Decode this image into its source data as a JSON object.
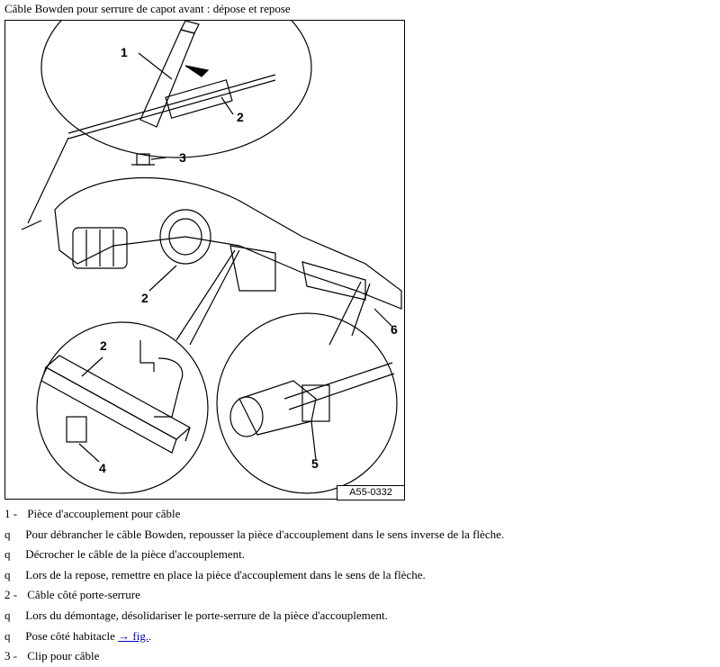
{
  "title": "Câble Bowden pour serrure de capot avant : dépose et repose",
  "figure": {
    "reference": "A55-0332",
    "callouts": [
      "1",
      "2",
      "3",
      "2",
      "6",
      "2",
      "4",
      "5"
    ]
  },
  "legend": [
    {
      "kind": "item",
      "number": "1 -",
      "text": "Pièce d'accouplement pour câble"
    },
    {
      "kind": "bullet",
      "marker": "q",
      "text": "Pour débrancher le câble Bowden, repousser la pièce d'accouplement dans le sens inverse de la flèche."
    },
    {
      "kind": "bullet",
      "marker": "q",
      "text": "Décrocher le câble de la pièce d'accouplement."
    },
    {
      "kind": "bullet",
      "marker": "q",
      "text": "Lors de la repose, remettre en place la pièce d'accouplement dans le sens de la flèche."
    },
    {
      "kind": "item",
      "number": "2 -",
      "text": "Câble côté porte-serrure"
    },
    {
      "kind": "bullet",
      "marker": "q",
      "text": "Lors du démontage, désolidariser le porte-serrure de la pièce d'accouplement."
    },
    {
      "kind": "bullet-link",
      "marker": "q",
      "text": "Pose côté habitacle",
      "link": "→ fig.",
      "after": "."
    },
    {
      "kind": "item",
      "number": "3 -",
      "text": "Clip pour câble"
    }
  ]
}
